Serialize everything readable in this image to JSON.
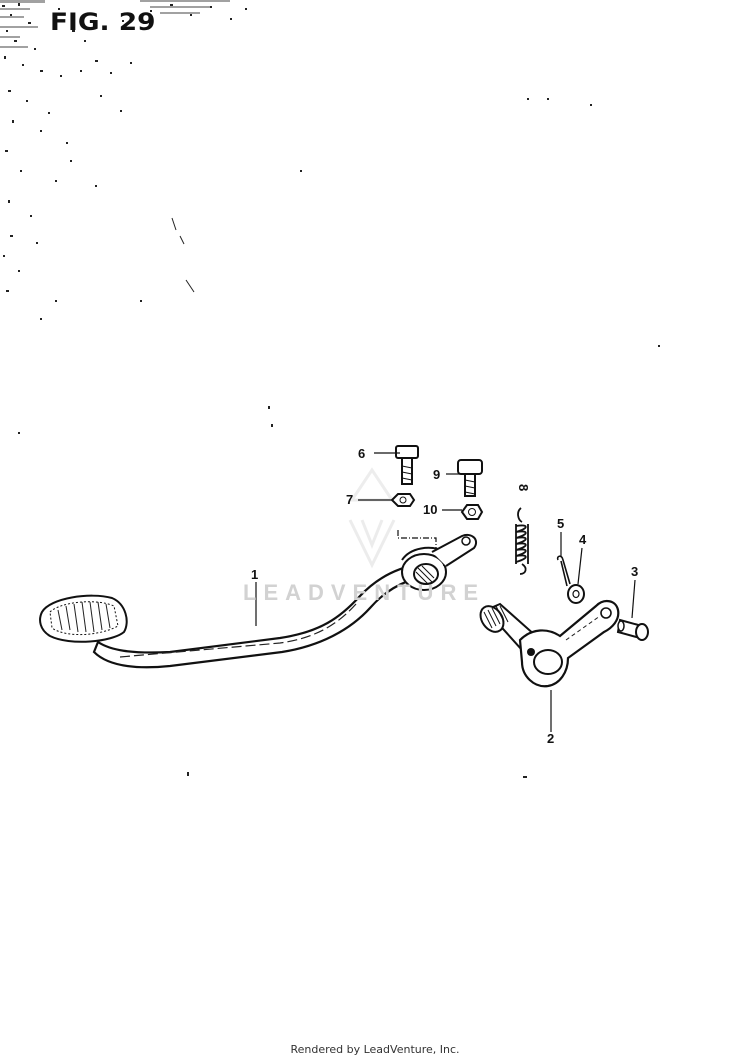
{
  "figure": {
    "title": "FIG. 29"
  },
  "callouts": {
    "c1": "1",
    "c2": "2",
    "c3": "3",
    "c4": "4",
    "c5": "5",
    "c6": "6",
    "c7": "7",
    "c8": "8",
    "c9": "9",
    "c10": "10"
  },
  "watermark": {
    "text": "LEADVENTURE"
  },
  "footer": {
    "text": "Rendered by LeadVenture, Inc."
  }
}
